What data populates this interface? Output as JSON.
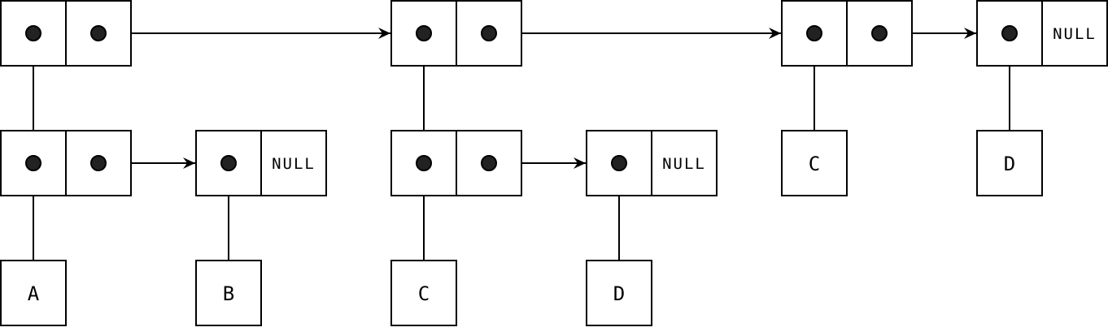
{
  "null_label": "NULL",
  "atoms": {
    "a": "A",
    "b": "B",
    "c": "C",
    "d": "D"
  }
}
